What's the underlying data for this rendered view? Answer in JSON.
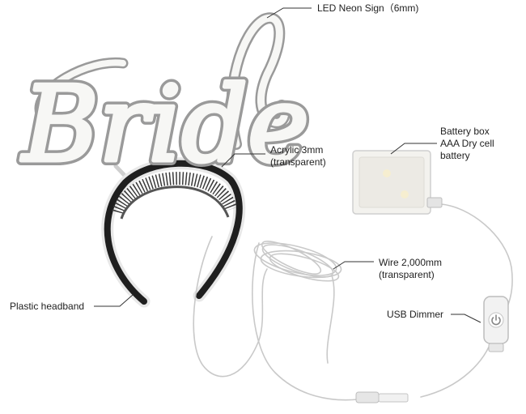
{
  "sign_text": "Bride",
  "labels": {
    "led_neon": "LED Neon Sign（6mm)",
    "acrylic_line1": "Acrylic 3mm",
    "acrylic_line2": "(transparent)",
    "battery_line1": "Battery box",
    "battery_line2": "AAA Dry cell",
    "battery_line3": "battery",
    "wire_line1": "Wire 2,000mm",
    "wire_line2": "(transparent)",
    "headband": "Plastic headband",
    "dimmer": "USB Dimmer"
  },
  "colors": {
    "neon_outline": "#9a9a9a",
    "neon_fill": "#f7f7f5",
    "headband": "#1f1f1f",
    "wire": "#c9c9c9",
    "leader": "#333333",
    "text": "#222222"
  },
  "icons": {
    "dimmer_button": "power-icon"
  }
}
